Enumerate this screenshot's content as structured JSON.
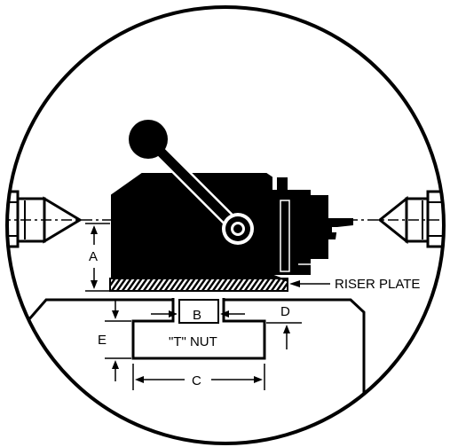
{
  "diagram": {
    "labels": {
      "a": "A",
      "b": "B",
      "c": "C",
      "d": "D",
      "e": "E",
      "t_nut": "\"T\" NUT",
      "riser_plate": "RISER PLATE"
    },
    "colors": {
      "ink": "#000000",
      "paper": "#ffffff"
    }
  }
}
